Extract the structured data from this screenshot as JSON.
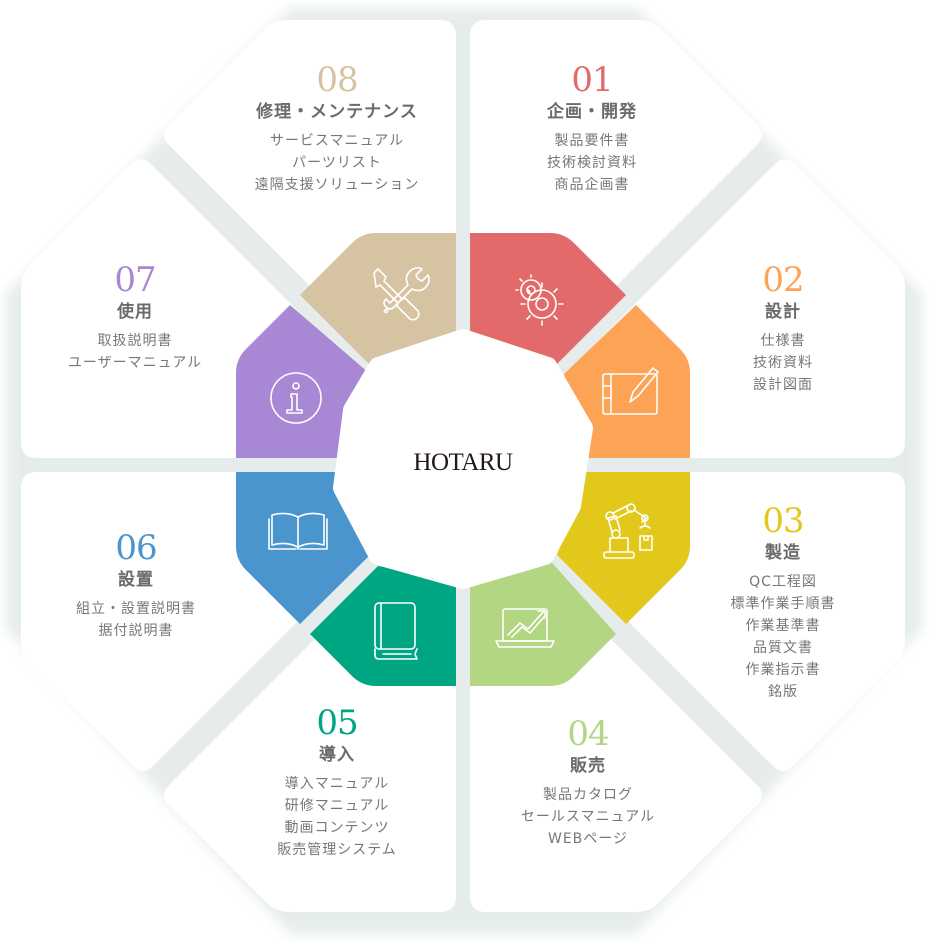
{
  "center": {
    "logo": "HOTARU"
  },
  "colors": {
    "background_band": "#e3ebe9",
    "panel": "#ffffff",
    "title_text": "#6b6b6b",
    "item_text": "#777777"
  },
  "segments": [
    {
      "number": "01",
      "title": "企画・開発",
      "color": "#e36a6a",
      "icon": "gears-icon",
      "items": [
        "製品要件書",
        "技術検討資料",
        "商品企画書"
      ]
    },
    {
      "number": "02",
      "title": "設計",
      "color": "#fda356",
      "icon": "drawing-tablet-icon",
      "items": [
        "仕様書",
        "技術資料",
        "設計図面"
      ]
    },
    {
      "number": "03",
      "title": "製造",
      "color": "#e3c81c",
      "icon": "robot-arm-icon",
      "items": [
        "QC工程図",
        "標準作業手順書",
        "作業基準書",
        "品質文書",
        "作業指示書",
        "銘版"
      ]
    },
    {
      "number": "04",
      "title": "販売",
      "color": "#b3d683",
      "icon": "laptop-growth-chart-icon",
      "items": [
        "製品カタログ",
        "セールスマニュアル",
        "WEBページ"
      ]
    },
    {
      "number": "05",
      "title": "導入",
      "color": "#00a582",
      "icon": "closed-book-icon",
      "items": [
        "導入マニュアル",
        "研修マニュアル",
        "動画コンテンツ",
        "販売管理システム"
      ]
    },
    {
      "number": "06",
      "title": "設置",
      "color": "#4a95cd",
      "icon": "open-book-icon",
      "items": [
        "組立・設置説明書",
        "据付説明書"
      ]
    },
    {
      "number": "07",
      "title": "使用",
      "color": "#a887d4",
      "icon": "info-icon",
      "items": [
        "取扱説明書",
        "ユーザーマニュアル"
      ]
    },
    {
      "number": "08",
      "title": "修理・メンテナンス",
      "color": "#d5c3a2",
      "icon": "wrench-screwdriver-icon",
      "items": [
        "サービスマニュアル",
        "パーツリスト",
        "遠隔支援ソリューション"
      ]
    }
  ]
}
